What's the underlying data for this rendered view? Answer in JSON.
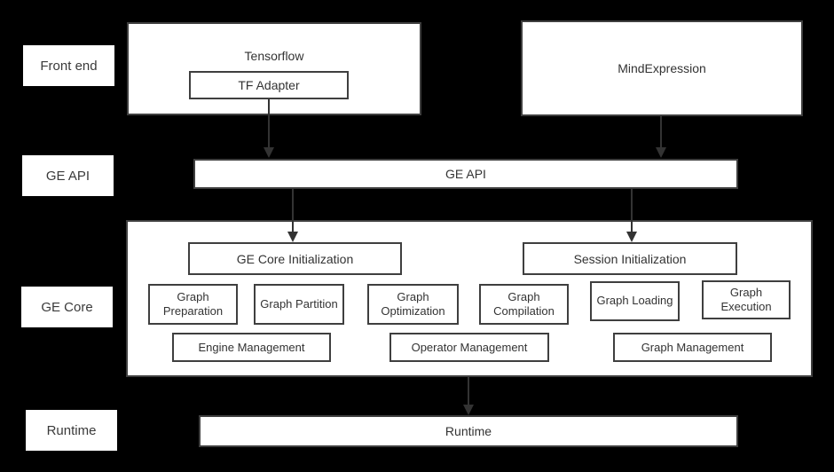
{
  "colors": {
    "background": "#000000",
    "box_fill": "#ffffff",
    "border": "#3f3f3f",
    "text": "#333333",
    "arrow": "#333333"
  },
  "row_labels": [
    {
      "label": "Front end"
    },
    {
      "label": "GE API"
    },
    {
      "label": "GE Core"
    },
    {
      "label": "Runtime"
    }
  ],
  "frontend": {
    "tensorflow_title": "Tensorflow",
    "tf_adapter_label": "TF Adapter",
    "mindexpression_title": "MindExpression"
  },
  "ge_api": {
    "label": "GE API"
  },
  "ge_core": {
    "ge_core_initialization": "GE Core Initialization",
    "session_initialization": "Session Initialization",
    "stages": [
      "Graph Preparation",
      "Graph Partition",
      "Graph Optimization",
      "Graph Compilation",
      "Graph Loading",
      "Graph Execution"
    ],
    "management": [
      "Engine Management",
      "Operator Management",
      "Graph Management"
    ]
  },
  "runtime": {
    "label": "Runtime"
  }
}
